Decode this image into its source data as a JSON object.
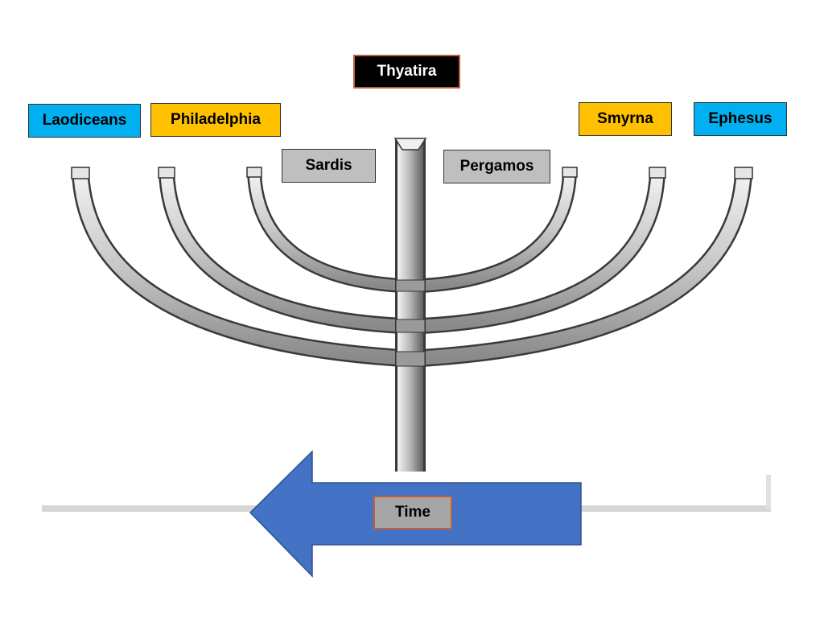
{
  "labels": {
    "thyatira": "Thyatira",
    "laodiceans": "Laodiceans",
    "philadelphia": "Philadelphia",
    "smyrna": "Smyrna",
    "ephesus": "Ephesus",
    "sardis": "Sardis",
    "pergamos": "Pergamos",
    "time": "Time"
  },
  "colors": {
    "thyatira": "#000000",
    "blue_box": "#00b0f0",
    "gold_box": "#ffc000",
    "gray_box": "#bfbfbf",
    "time_box": "#a6a6a6",
    "arrow": "#4472c4",
    "menorah_fill": "#d9d9d9",
    "menorah_stroke": "#333333"
  },
  "icons": {
    "menorah": "menorah-illustration",
    "arrow": "left-arrow"
  }
}
